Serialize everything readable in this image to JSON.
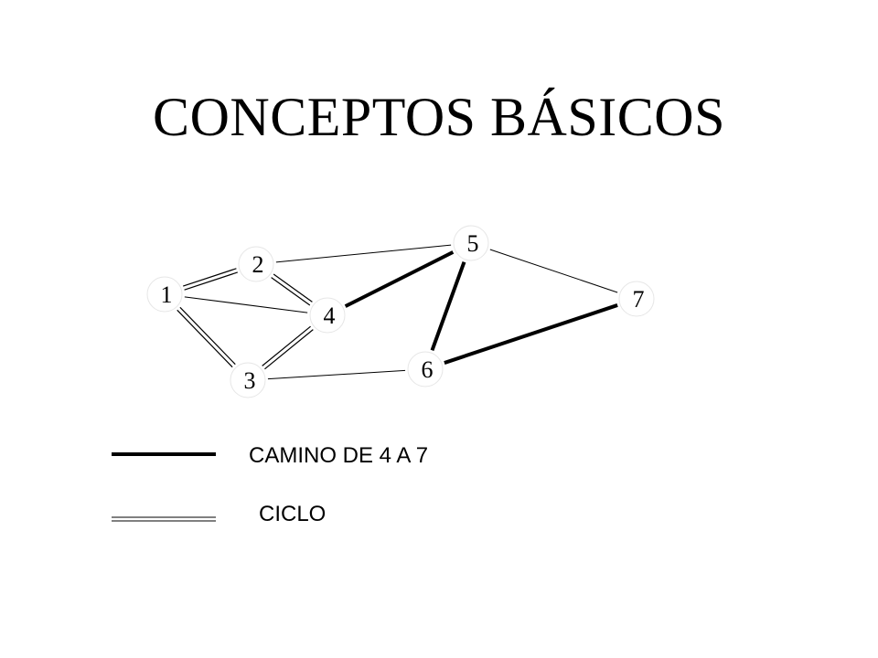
{
  "title": "CONCEPTOS BÁSICOS",
  "nodes": [
    {
      "id": "1",
      "label": "1"
    },
    {
      "id": "2",
      "label": "2"
    },
    {
      "id": "3",
      "label": "3"
    },
    {
      "id": "4",
      "label": "4"
    },
    {
      "id": "5",
      "label": "5"
    },
    {
      "id": "6",
      "label": "6"
    },
    {
      "id": "7",
      "label": "7"
    }
  ],
  "edges": [
    {
      "from": "1",
      "to": "2",
      "style": "double"
    },
    {
      "from": "2",
      "to": "4",
      "style": "double"
    },
    {
      "from": "4",
      "to": "3",
      "style": "double"
    },
    {
      "from": "3",
      "to": "1",
      "style": "double"
    },
    {
      "from": "1",
      "to": "4",
      "style": "thin"
    },
    {
      "from": "2",
      "to": "5",
      "style": "thin"
    },
    {
      "from": "3",
      "to": "6",
      "style": "thin"
    },
    {
      "from": "5",
      "to": "7",
      "style": "thin"
    },
    {
      "from": "4",
      "to": "5",
      "style": "thick"
    },
    {
      "from": "5",
      "to": "6",
      "style": "thick"
    },
    {
      "from": "6",
      "to": "7",
      "style": "thick"
    }
  ],
  "legend": {
    "path_label": "CAMINO DE 4 A 7",
    "cycle_label": "CICLO"
  }
}
